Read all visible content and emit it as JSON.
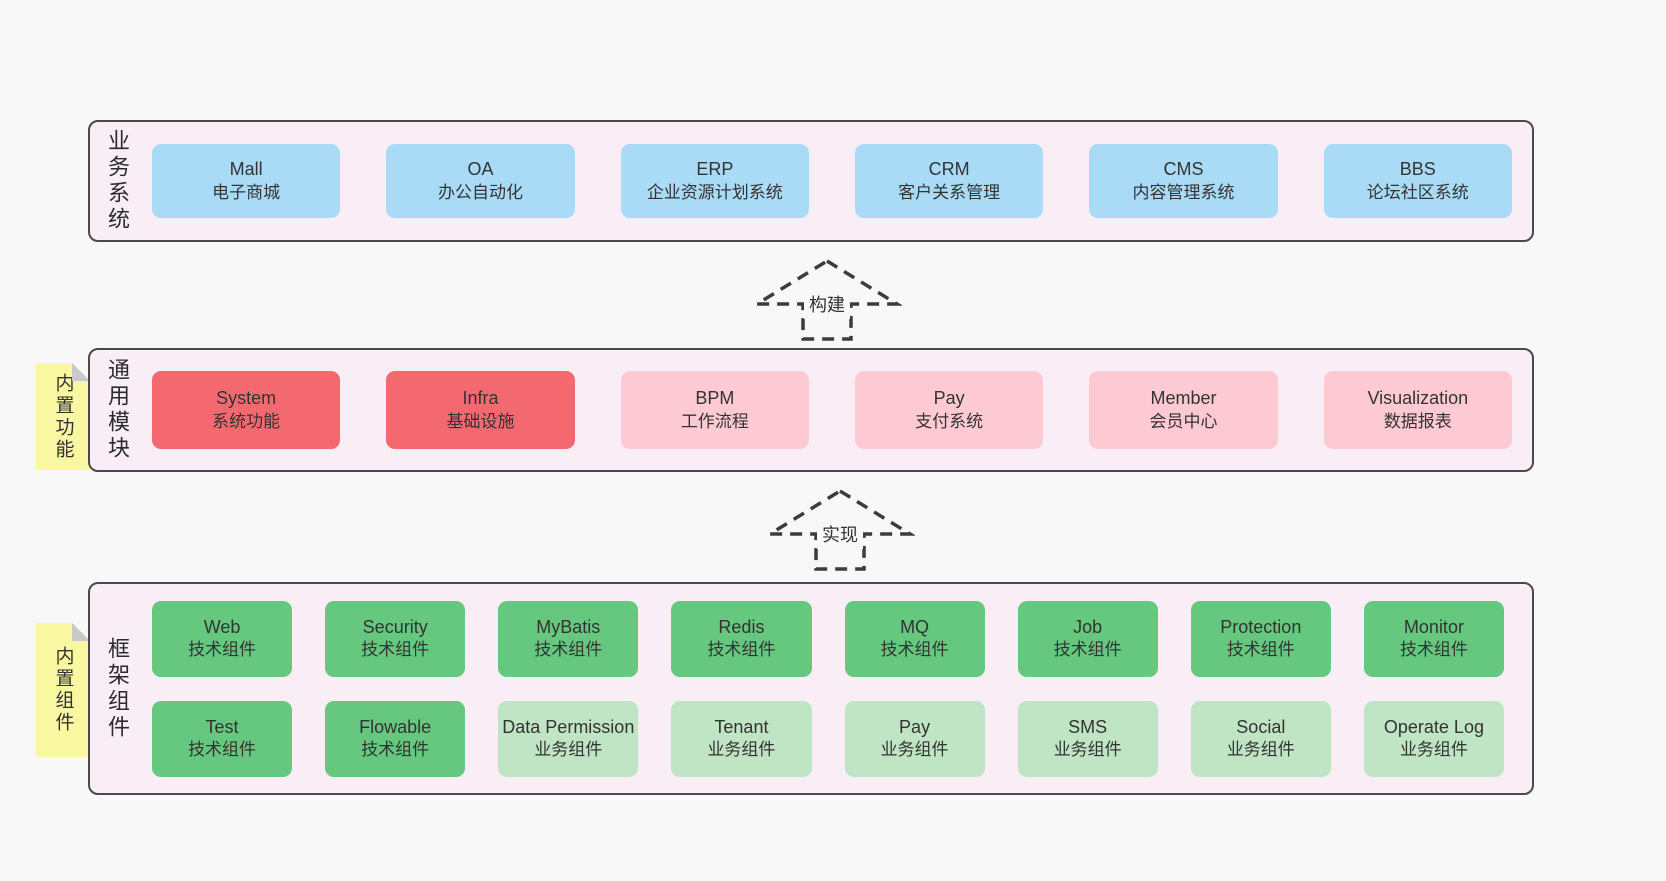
{
  "colors": {
    "page_bg": "#f8f8f8",
    "section_bg": "#f9edf6",
    "section_border": "#4a4a4a",
    "box_blue": "#a9dbf7",
    "box_red": "#f4696f",
    "box_pink": "#fdc9d3",
    "box_green_dark": "#65c87e",
    "box_green_light": "#bfe5c4",
    "sticky_yellow": "#f9f7a2",
    "fold_gray": "#c9c9c9",
    "text": "#333333"
  },
  "sections": [
    {
      "label": "业务系统",
      "boxes": [
        {
          "en": "Mall",
          "zh": "电子商城",
          "variant": "blue"
        },
        {
          "en": "OA",
          "zh": "办公自动化",
          "variant": "blue"
        },
        {
          "en": "ERP",
          "zh": "企业资源计划系统",
          "variant": "blue"
        },
        {
          "en": "CRM",
          "zh": "客户关系管理",
          "variant": "blue"
        },
        {
          "en": "CMS",
          "zh": "内容管理系统",
          "variant": "blue"
        },
        {
          "en": "BBS",
          "zh": "论坛社区系统",
          "variant": "blue"
        }
      ]
    },
    {
      "label": "通用模块",
      "sticky": "内置功能",
      "boxes": [
        {
          "en": "System",
          "zh": "系统功能",
          "variant": "red"
        },
        {
          "en": "Infra",
          "zh": "基础设施",
          "variant": "red"
        },
        {
          "en": "BPM",
          "zh": "工作流程",
          "variant": "pink"
        },
        {
          "en": "Pay",
          "zh": "支付系统",
          "variant": "pink"
        },
        {
          "en": "Member",
          "zh": "会员中心",
          "variant": "pink"
        },
        {
          "en": "Visualization",
          "zh": "数据报表",
          "variant": "pink"
        }
      ]
    },
    {
      "label": "框架组件",
      "sticky": "内置组件",
      "row1": [
        {
          "en": "Web",
          "zh": "技术组件",
          "variant": "green-dark"
        },
        {
          "en": "Security",
          "zh": "技术组件",
          "variant": "green-dark"
        },
        {
          "en": "MyBatis",
          "zh": "技术组件",
          "variant": "green-dark"
        },
        {
          "en": "Redis",
          "zh": "技术组件",
          "variant": "green-dark"
        },
        {
          "en": "MQ",
          "zh": "技术组件",
          "variant": "green-dark"
        },
        {
          "en": "Job",
          "zh": "技术组件",
          "variant": "green-dark"
        },
        {
          "en": "Protection",
          "zh": "技术组件",
          "variant": "green-dark"
        },
        {
          "en": "Monitor",
          "zh": "技术组件",
          "variant": "green-dark"
        }
      ],
      "row2": [
        {
          "en": "Test",
          "zh": "技术组件",
          "variant": "green-dark"
        },
        {
          "en": "Flowable",
          "zh": "技术组件",
          "variant": "green-dark"
        },
        {
          "en": "Data Permission",
          "zh": "业务组件",
          "variant": "green-light"
        },
        {
          "en": "Tenant",
          "zh": "业务组件",
          "variant": "green-light"
        },
        {
          "en": "Pay",
          "zh": "业务组件",
          "variant": "green-light"
        },
        {
          "en": "SMS",
          "zh": "业务组件",
          "variant": "green-light"
        },
        {
          "en": "Social",
          "zh": "业务组件",
          "variant": "green-light"
        },
        {
          "en": "Operate Log",
          "zh": "业务组件",
          "variant": "green-light"
        }
      ]
    }
  ],
  "arrows": [
    {
      "label": "构建"
    },
    {
      "label": "实现"
    }
  ]
}
